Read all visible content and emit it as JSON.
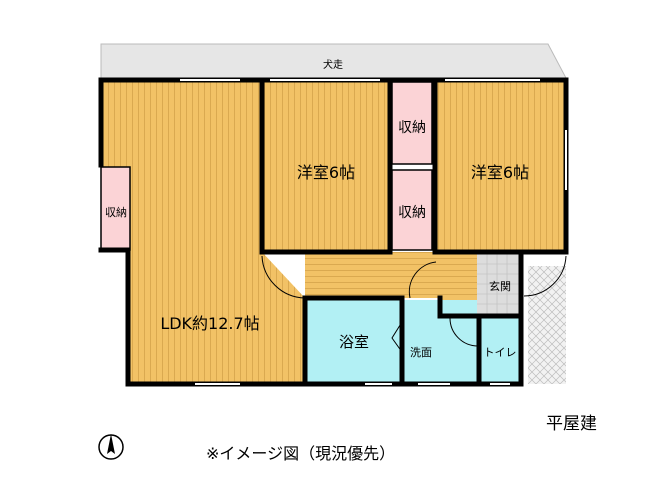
{
  "plan": {
    "rooms": {
      "corridor": "犬走",
      "ldk": "LDK約12.7帖",
      "storage_ldk": "収納",
      "western_room_1": "洋室6帖",
      "storage_upper": "収納",
      "storage_lower": "収納",
      "western_room_2": "洋室6帖",
      "entrance": "玄関",
      "bathroom": "浴室",
      "washroom": "洗面",
      "toilet": "トイレ"
    },
    "colors": {
      "wood_floor": "#F2C266",
      "wood_line": "#D4A34A",
      "storage": "#FBD3D6",
      "wet_area": "#B2F0F4",
      "corridor": "#E6E6E6",
      "entrance": "#DDDDDD",
      "wall": "#000000"
    }
  },
  "footer": {
    "building_type": "平屋建",
    "disclaimer": "※イメージ図（現況優先）"
  }
}
